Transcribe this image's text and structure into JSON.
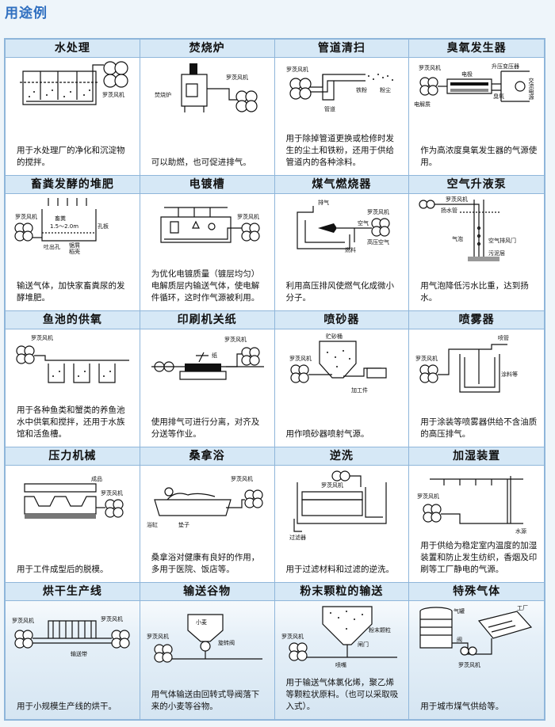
{
  "page": {
    "title": "用途例"
  },
  "cells": [
    {
      "title": "水处理",
      "desc": "用于水处理厂的净化和沉淀物的搅拌。",
      "labels": [
        "罗茨风机"
      ]
    },
    {
      "title": "焚烧炉",
      "desc": "可以助燃，也可促进排气。",
      "labels": [
        "罗茨风机",
        "焚烧炉"
      ]
    },
    {
      "title": "管道清扫",
      "desc": "用于除掉管道更换或检修时发生的尘土和铁粉，还用于供给管道内的各种涂料。",
      "labels": [
        "罗茨风机",
        "铁粉",
        "粉尘",
        "管道"
      ]
    },
    {
      "title": "臭氧发生器",
      "desc": "作为高浓度臭氧发生器的气源使用。",
      "labels": [
        "罗茨风机",
        "升压变压器",
        "电极",
        "臭氧",
        "电解质",
        "交流电源"
      ]
    },
    {
      "title": "畜粪发酵的堆肥",
      "desc": "输送气体，加快家畜粪尿的发酵堆肥。",
      "labels": [
        "罗茨风机",
        "畜粪",
        "1.5～2.0m",
        "孔板",
        "吐出孔",
        "锯屑",
        "稻壳"
      ]
    },
    {
      "title": "电镀槽",
      "desc": "为优化电镀质量（镀层均匀）电解质层内输送气体，使电解件循环，这时作气源被利用。",
      "labels": [
        "罗茨风机"
      ]
    },
    {
      "title": "煤气燃烧器",
      "desc": "利用高压排风使燃气化成微小分子。",
      "labels": [
        "排气",
        "罗茨风机",
        "空气",
        "燃料",
        "高压空气"
      ]
    },
    {
      "title": "空气升液泵",
      "desc": "用气泡降低污水比重，达到扬水。",
      "labels": [
        "罗茨风机",
        "扬水管",
        "气泡",
        "空气排风门",
        "污泥层"
      ]
    },
    {
      "title": "鱼池的供氧",
      "desc": "用于各种鱼类和蟹类的养鱼池水中供氧和搅拌，还用于水族馆和活鱼槽。",
      "labels": [
        "罗茨风机"
      ]
    },
    {
      "title": "印刷机关纸",
      "desc": "使用排气可进行分离，对齐及分送等作业。",
      "labels": [
        "罗茨风机",
        "纸"
      ]
    },
    {
      "title": "喷砂器",
      "desc": "用作喷砂器喷射气源。",
      "labels": [
        "罗茨风机",
        "贮砂桶",
        "加工件"
      ]
    },
    {
      "title": "喷雾器",
      "desc": "用于涂装等喷雾器供给不含油质的高压排气。",
      "labels": [
        "喷管",
        "罗茨风机",
        "涂料等"
      ]
    },
    {
      "title": "压力机械",
      "desc": "用于工件成型后的脱模。",
      "labels": [
        "成品",
        "罗茨风机"
      ]
    },
    {
      "title": "桑拿浴",
      "desc": "桑拿浴对健康有良好的作用，多用于医院、饭店等。",
      "labels": [
        "罗茨风机",
        "浴缸",
        "垫子"
      ]
    },
    {
      "title": "逆洗",
      "desc": "用于过滤材料和过滤的逆洗。",
      "labels": [
        "罗茨风机",
        "过滤器"
      ]
    },
    {
      "title": "加湿装置",
      "desc": "用于供给为稳定室内温度的加湿装置和防止发生纺织，香烟及印刷等工厂静电的气源。",
      "labels": [
        "罗茨风机",
        "水源"
      ]
    },
    {
      "title": "烘干生产线",
      "desc": "用于小规模生产线的烘干。",
      "labels": [
        "罗茨风机",
        "罗茨风机",
        "输送带"
      ]
    },
    {
      "title": "输送谷物",
      "desc": "用气体输送由回转式导阀落下来的小麦等谷物。",
      "labels": [
        "小麦",
        "罗茨风机",
        "旋转阀"
      ]
    },
    {
      "title": "粉末颗粒的输送",
      "desc": "用于输送气体氯化烯，聚乙烯等颗粒状原料。（也可以采取吸入式）。",
      "labels": [
        "粉末颗粒",
        "闸门",
        "罗茨风机",
        "喷嘴"
      ]
    },
    {
      "title": "特殊气体",
      "desc": "用于城市煤气供给等。",
      "labels": [
        "气罐",
        "工厂",
        "阀",
        "罗茨风机"
      ]
    }
  ]
}
